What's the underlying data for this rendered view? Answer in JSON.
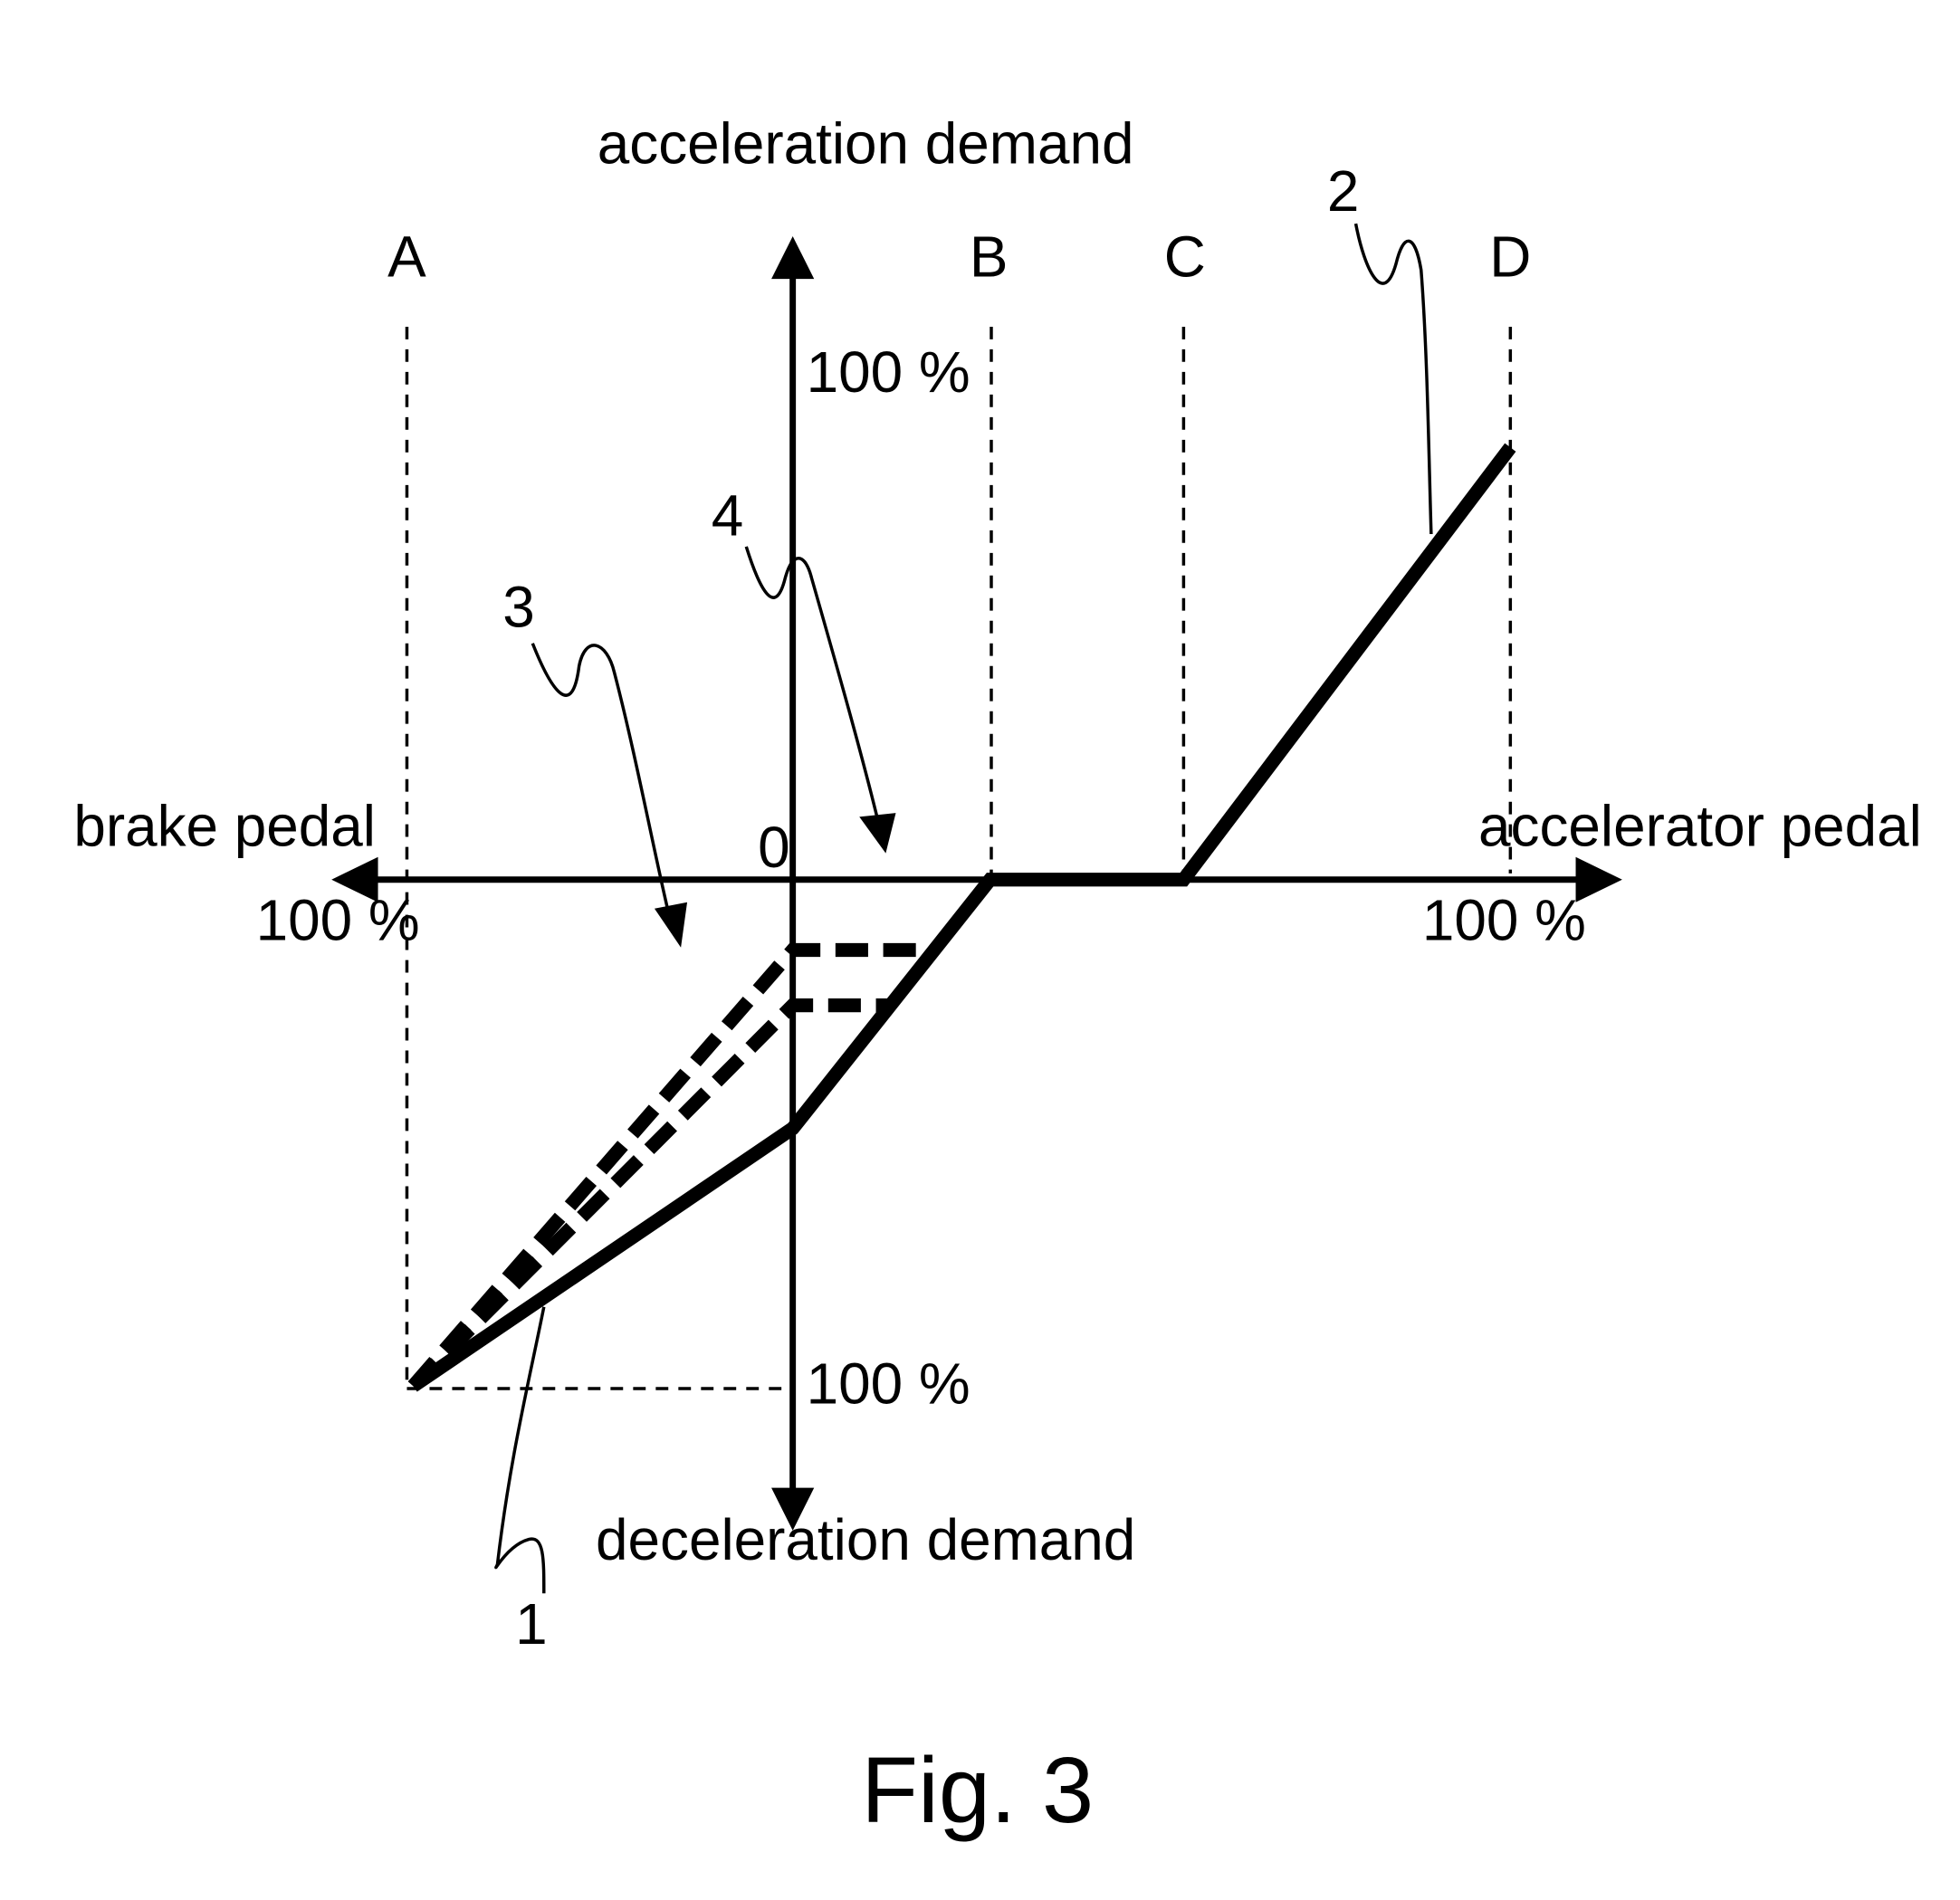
{
  "figure": {
    "caption": "Fig. 3",
    "axes": {
      "top_label": "acceleration demand",
      "bottom_label": "deceleration demand",
      "left_label": "brake pedal",
      "right_label": "accelerator pedal",
      "origin_label": "0",
      "left_end_value": "100 %",
      "right_end_value": "100 %",
      "top_value": "100 %",
      "bottom_value": "100 %"
    },
    "markers": [
      "A",
      "B",
      "C",
      "D"
    ],
    "reference_numerals": [
      "1",
      "2",
      "3",
      "4"
    ],
    "line_color": "#000000",
    "background_color": "#ffffff"
  }
}
